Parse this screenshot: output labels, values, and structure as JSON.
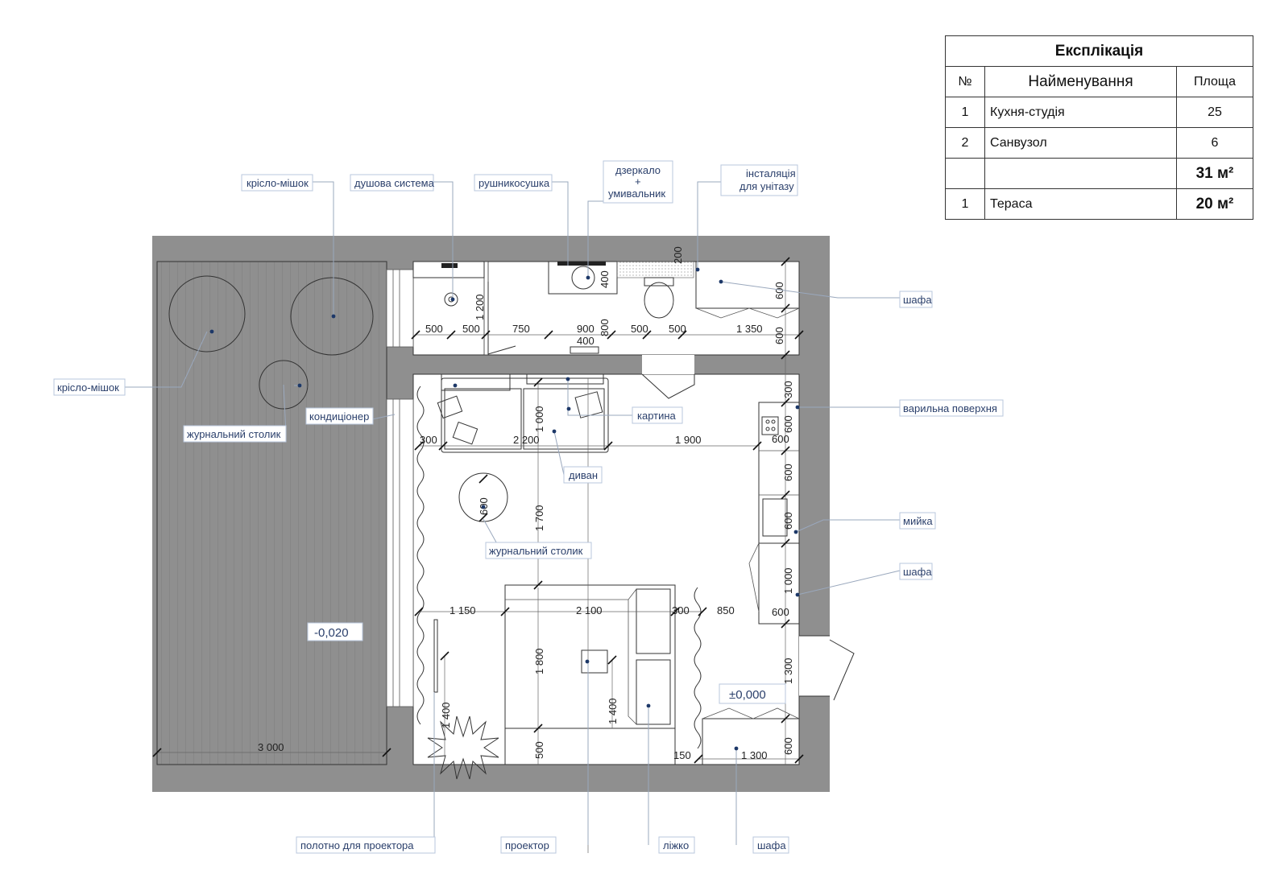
{
  "explication": {
    "title": "Експлікація",
    "headers": [
      "№",
      "Найменування",
      "Площа"
    ],
    "rows": [
      {
        "n": "1",
        "name": "Кухня-студія",
        "area": "25"
      },
      {
        "n": "2",
        "name": "Санвузол",
        "area": "6"
      },
      {
        "n": "",
        "name": "",
        "area": "31 м²"
      },
      {
        "n": "1",
        "name": "Тераса",
        "area": "20 м²"
      }
    ]
  },
  "callouts": {
    "bean_bag_top": "крісло-мішок",
    "shower": "душова система",
    "towel_dryer": "рушникосушка",
    "mirror_basin_1": "дзеркало",
    "mirror_basin_2": "+",
    "mirror_basin_3": "умивальник",
    "wc_install_1": "інсталяція",
    "wc_install_2": "для унітазу",
    "wardrobe_bath": "шафа",
    "bean_bag_left": "крісло-мішок",
    "coffee_table_terrace": "журнальний столик",
    "air_conditioner": "кондиціонер",
    "painting": "картина",
    "hob": "варильна поверхня",
    "sofa": "диван",
    "coffee_table_room": "журнальний столик",
    "sink": "мийка",
    "wardrobe_kitchen": "шафа",
    "projector_screen": "полотно для проектора",
    "projector": "проектор",
    "bed": "ліжко",
    "wardrobe_bottom": "шафа"
  },
  "levels": {
    "terrace": "-0,020",
    "room": "±0,000"
  },
  "dimensions": {
    "terrace_width": "3 000",
    "bath_500a": "500",
    "bath_500b": "500",
    "bath_1200": "1 200",
    "bath_750": "750",
    "bath_900": "900",
    "bath_800": "800",
    "bath_400h": "400",
    "bath_400v": "400",
    "bath_500c": "500",
    "bath_500d": "500",
    "bath_200": "200",
    "bath_1350": "1 350",
    "bath_600a": "600",
    "bath_600b": "600",
    "kit_300": "300",
    "kit_600a": "600",
    "kit_600b": "600",
    "kit_600c": "600",
    "kit_600d": "600",
    "kit_1000": "1 000",
    "kit_600e": "600",
    "sofa_1000": "1 000",
    "sofa_300": "300",
    "sofa_2200": "2 200",
    "room_1900": "1 900",
    "table_600": "600",
    "room_1700": "1 700",
    "bed_1150": "1 150",
    "bed_2100": "2 100",
    "bed_300": "300",
    "bed_850": "850",
    "bed_1800": "1 800",
    "door_1300": "1 300",
    "screen_1400": "1 400",
    "bed_1400": "1 400",
    "bed_500": "500",
    "bot_150": "150",
    "bot_1300": "1 300",
    "bot_600": "600"
  }
}
